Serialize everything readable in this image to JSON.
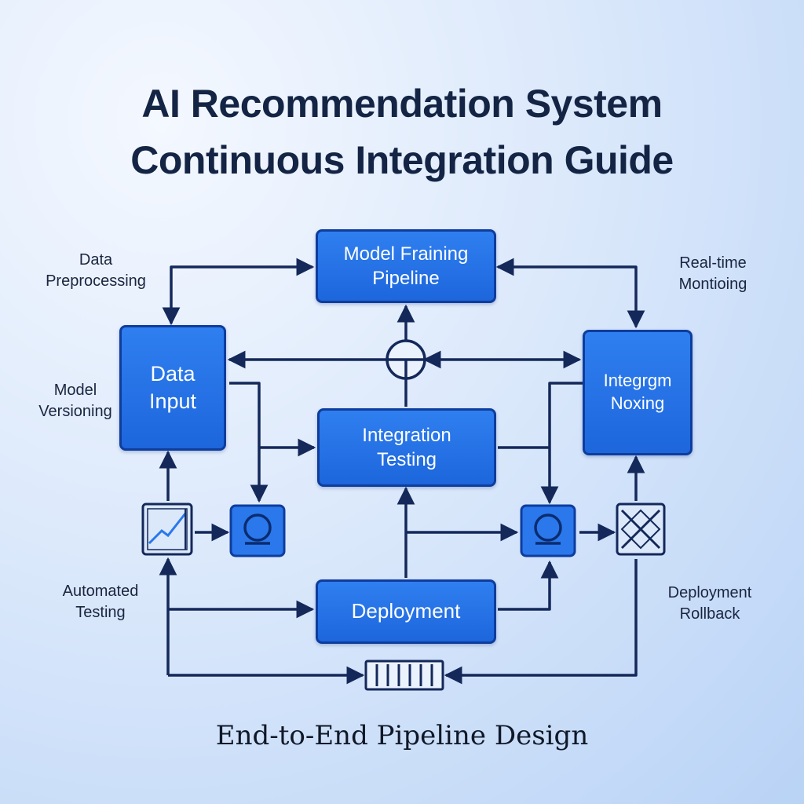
{
  "title": {
    "line1": "AI Recommendation System",
    "line2": "Continuous Integration Guide"
  },
  "footer": "End-to-End Pipeline Design",
  "nodes": {
    "model_training": {
      "line1": "Model Fraining",
      "line2": "Pipeline"
    },
    "data_input": {
      "line1": "Data",
      "line2": "Input"
    },
    "integration_testing": {
      "line1": "Integration",
      "line2": "Testing"
    },
    "integration_noting": {
      "line1": "Integrgm",
      "line2": "Noxing"
    },
    "deployment": {
      "line1": "Deployment"
    }
  },
  "side_labels": {
    "data_preprocessing": {
      "line1": "Data",
      "line2": "Preprocessing"
    },
    "realtime_monitoring": {
      "line1": "Real-time",
      "line2": "Montioing"
    },
    "model_versioning": {
      "line1": "Model",
      "line2": "Versioning"
    },
    "automated_testing": {
      "line1": "Automated",
      "line2": "Testing"
    },
    "deployment_rollback": {
      "line1": "Deployment",
      "line2": "Rollback"
    }
  },
  "colors": {
    "node_fill": "#2a78ec",
    "node_border": "#0e3d9e",
    "connector": "#14285a",
    "title_text": "#142444"
  },
  "icons": [
    "chart-icon",
    "gauge-icon",
    "gauge-icon",
    "crossed-box-icon",
    "junction-circle-icon",
    "queue-icon"
  ]
}
